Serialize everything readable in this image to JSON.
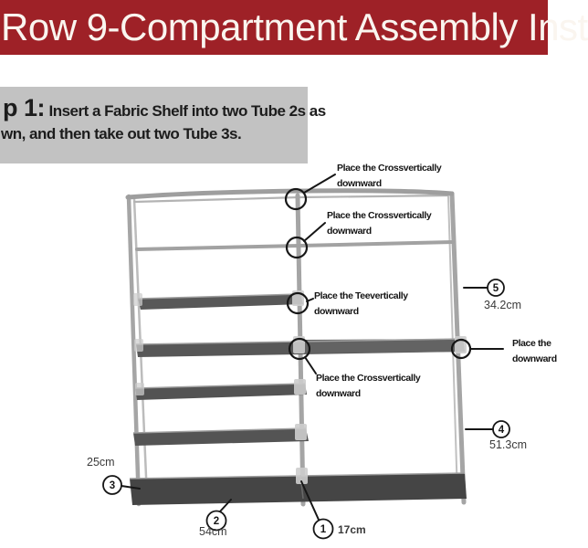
{
  "banner": {
    "title": "Row 9-Compartment Assembly Inst",
    "bg_color": "#9e2127",
    "text_color": "#faf5ef"
  },
  "step_box": {
    "step_label": "p 1:",
    "text_line1": "Insert a Fabric Shelf into two Tube 2s as",
    "text_line2": "wn, and then take out two Tube 3s.",
    "bg_color": "#c2c2c2"
  },
  "diagram": {
    "annotations": {
      "top_cross": {
        "line1": "Place the Crossvertically",
        "line2": "downward"
      },
      "upper_cross": {
        "line1": "Place the Crossvertically",
        "line2": "downward"
      },
      "tee": {
        "line1": "Place the Teevertically",
        "line2": "downward"
      },
      "mid_cross": {
        "line1": "Place the Crossvertically",
        "line2": "downward"
      },
      "right_edge": {
        "line1": "Place the",
        "line2": "downward"
      }
    },
    "callouts": {
      "c1": {
        "num": "1",
        "label": "17cm"
      },
      "c2": {
        "num": "2",
        "label": "54cm"
      },
      "c3": {
        "num": "3",
        "label": "25cm"
      },
      "c4": {
        "num": "4",
        "label": "51.3cm"
      },
      "c5": {
        "num": "5",
        "label": "34.2cm"
      }
    },
    "colors": {
      "frame_gray": "#a5a5a5",
      "shelf_dark": "#545454",
      "line_black": "#161616"
    }
  }
}
